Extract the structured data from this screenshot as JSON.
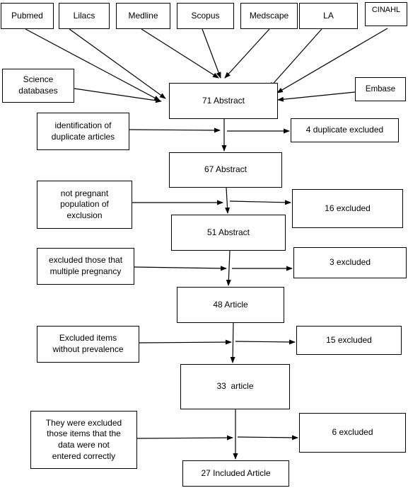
{
  "sources": {
    "pubmed": "Pubmed",
    "lilacs": "Lilacs",
    "medline": "Medline",
    "scopus": "Scopus",
    "medscape": "Medscape",
    "la": "LA",
    "cinahl": "CINAHL",
    "science_databases": "Science\ndatabases",
    "embase": "Embase"
  },
  "main_flow": {
    "step1": "71 Abstract",
    "step2": "67 Abstract",
    "step3": "51 Abstract",
    "step4": "48 Article",
    "step5": "33  article",
    "step6": "27 Included Article"
  },
  "criteria": {
    "c1": "identification of\nduplicate articles",
    "c2": "not pregnant\npopulation of\nexclusion",
    "c3": "excluded those that\nmultiple pregnancy",
    "c4": "Excluded items\nwithout prevalence",
    "c5": "They were excluded\nthose items that the\ndata were not\nentered correctly"
  },
  "exclusions": {
    "e1": "4 duplicate excluded",
    "e2": "16 excluded",
    "e3": "3 excluded",
    "e4": "15 excluded",
    "e5": "6 excluded"
  }
}
